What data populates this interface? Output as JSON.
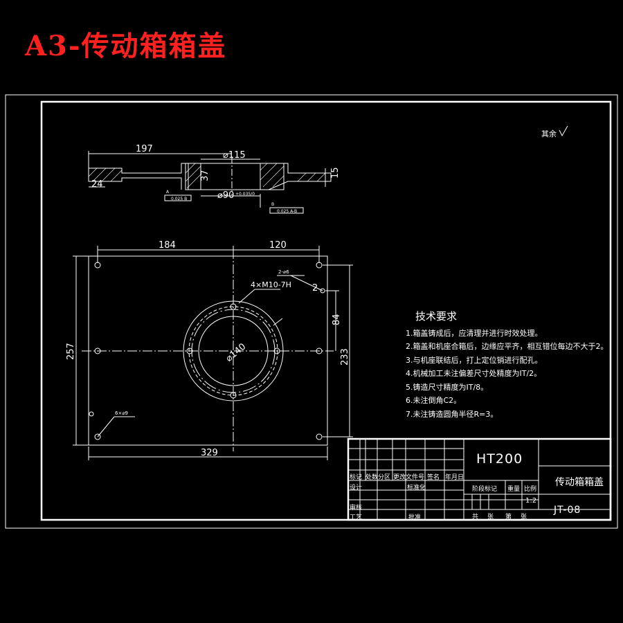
{
  "title": "A3-传动箱箱盖",
  "roughness_note": "其余",
  "section_view": {
    "dim_overall": "197",
    "dim_bore_top": "⌀115",
    "dim_height": "37",
    "dim_left": "24",
    "dim_flange": "15",
    "dim_bottom": "⌀90",
    "dim_bottom_tol": "+0.035/0",
    "datum_a": "A",
    "datum_b": "B",
    "tol_left": "0.025 B",
    "tol_right": "0.025 A-B"
  },
  "plan_view": {
    "dim_left_width": "184",
    "dim_right_width": "120",
    "dim_total_width": "329",
    "dim_total_height": "257",
    "dim_hole_spacing": "233",
    "dim_center_offset": "84",
    "bore_dia": "⌀140",
    "thread_note": "4×M10-7H",
    "hole_note": "6×⌀9",
    "pin_note": "2-⌀6",
    "pin_dim": "2"
  },
  "tech_requirements": {
    "title": "技术要求",
    "items": [
      "1.箱盖铸成后，应清理并进行时效处理。",
      "2.箱盖和机座合箱后，边缘应平齐，相互错位每边不大于2。",
      "3.与机座联结后，打上定位销进行配孔。",
      "4.机械加工未注偏差尺寸处精度为IT/2。",
      "5.铸造尺寸精度为IT/8。",
      "6.未注倒角C2。",
      "7.未注铸造圆角半径R=3。"
    ]
  },
  "title_block": {
    "material": "HT200",
    "part_name": "传动箱箱盖",
    "drawing_no": "JT-08",
    "scale": "1:2",
    "col_mark": "标记",
    "col_count": "处数",
    "col_zone": "分区",
    "col_doc": "更改文件号",
    "col_sign": "签名",
    "col_date": "年月日",
    "row_design": "设计",
    "row_standard": "标准化",
    "row_stage": "阶段标记",
    "row_weight": "重量",
    "row_scale": "比例",
    "row_check": "审核",
    "row_process": "工艺",
    "row_approve": "批准",
    "sheet_total": "共",
    "sheet_total_unit": "张",
    "sheet_no": "第",
    "sheet_no_unit": "张"
  }
}
